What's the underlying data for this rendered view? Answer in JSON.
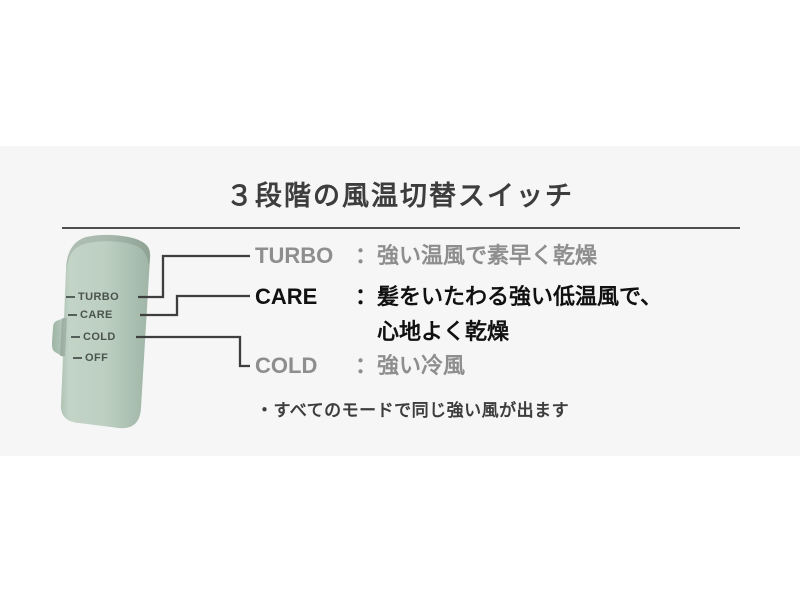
{
  "title": "３段階の風温切替スイッチ",
  "note": "・すべてのモードで同じ強い風が出ます",
  "device": {
    "labels": [
      "TURBO",
      "CARE",
      "COLD",
      "OFF"
    ]
  },
  "modes": [
    {
      "label": "TURBO",
      "separator": "：",
      "description": "強い温風で素早く乾燥"
    },
    {
      "label": "CARE",
      "separator": "：",
      "description_line1": "髪をいたわる強い低温風で、",
      "description_line2": "心地よく乾燥"
    },
    {
      "label": "COLD",
      "separator": "：",
      "description": "強い冷風"
    }
  ],
  "colors": {
    "card_bg": "#f6f6f7",
    "device_green": "#b7cabc",
    "gray_text": "#8e8e8e",
    "emphasis_text": "#111111",
    "connector_line": "#3e3e3e"
  }
}
